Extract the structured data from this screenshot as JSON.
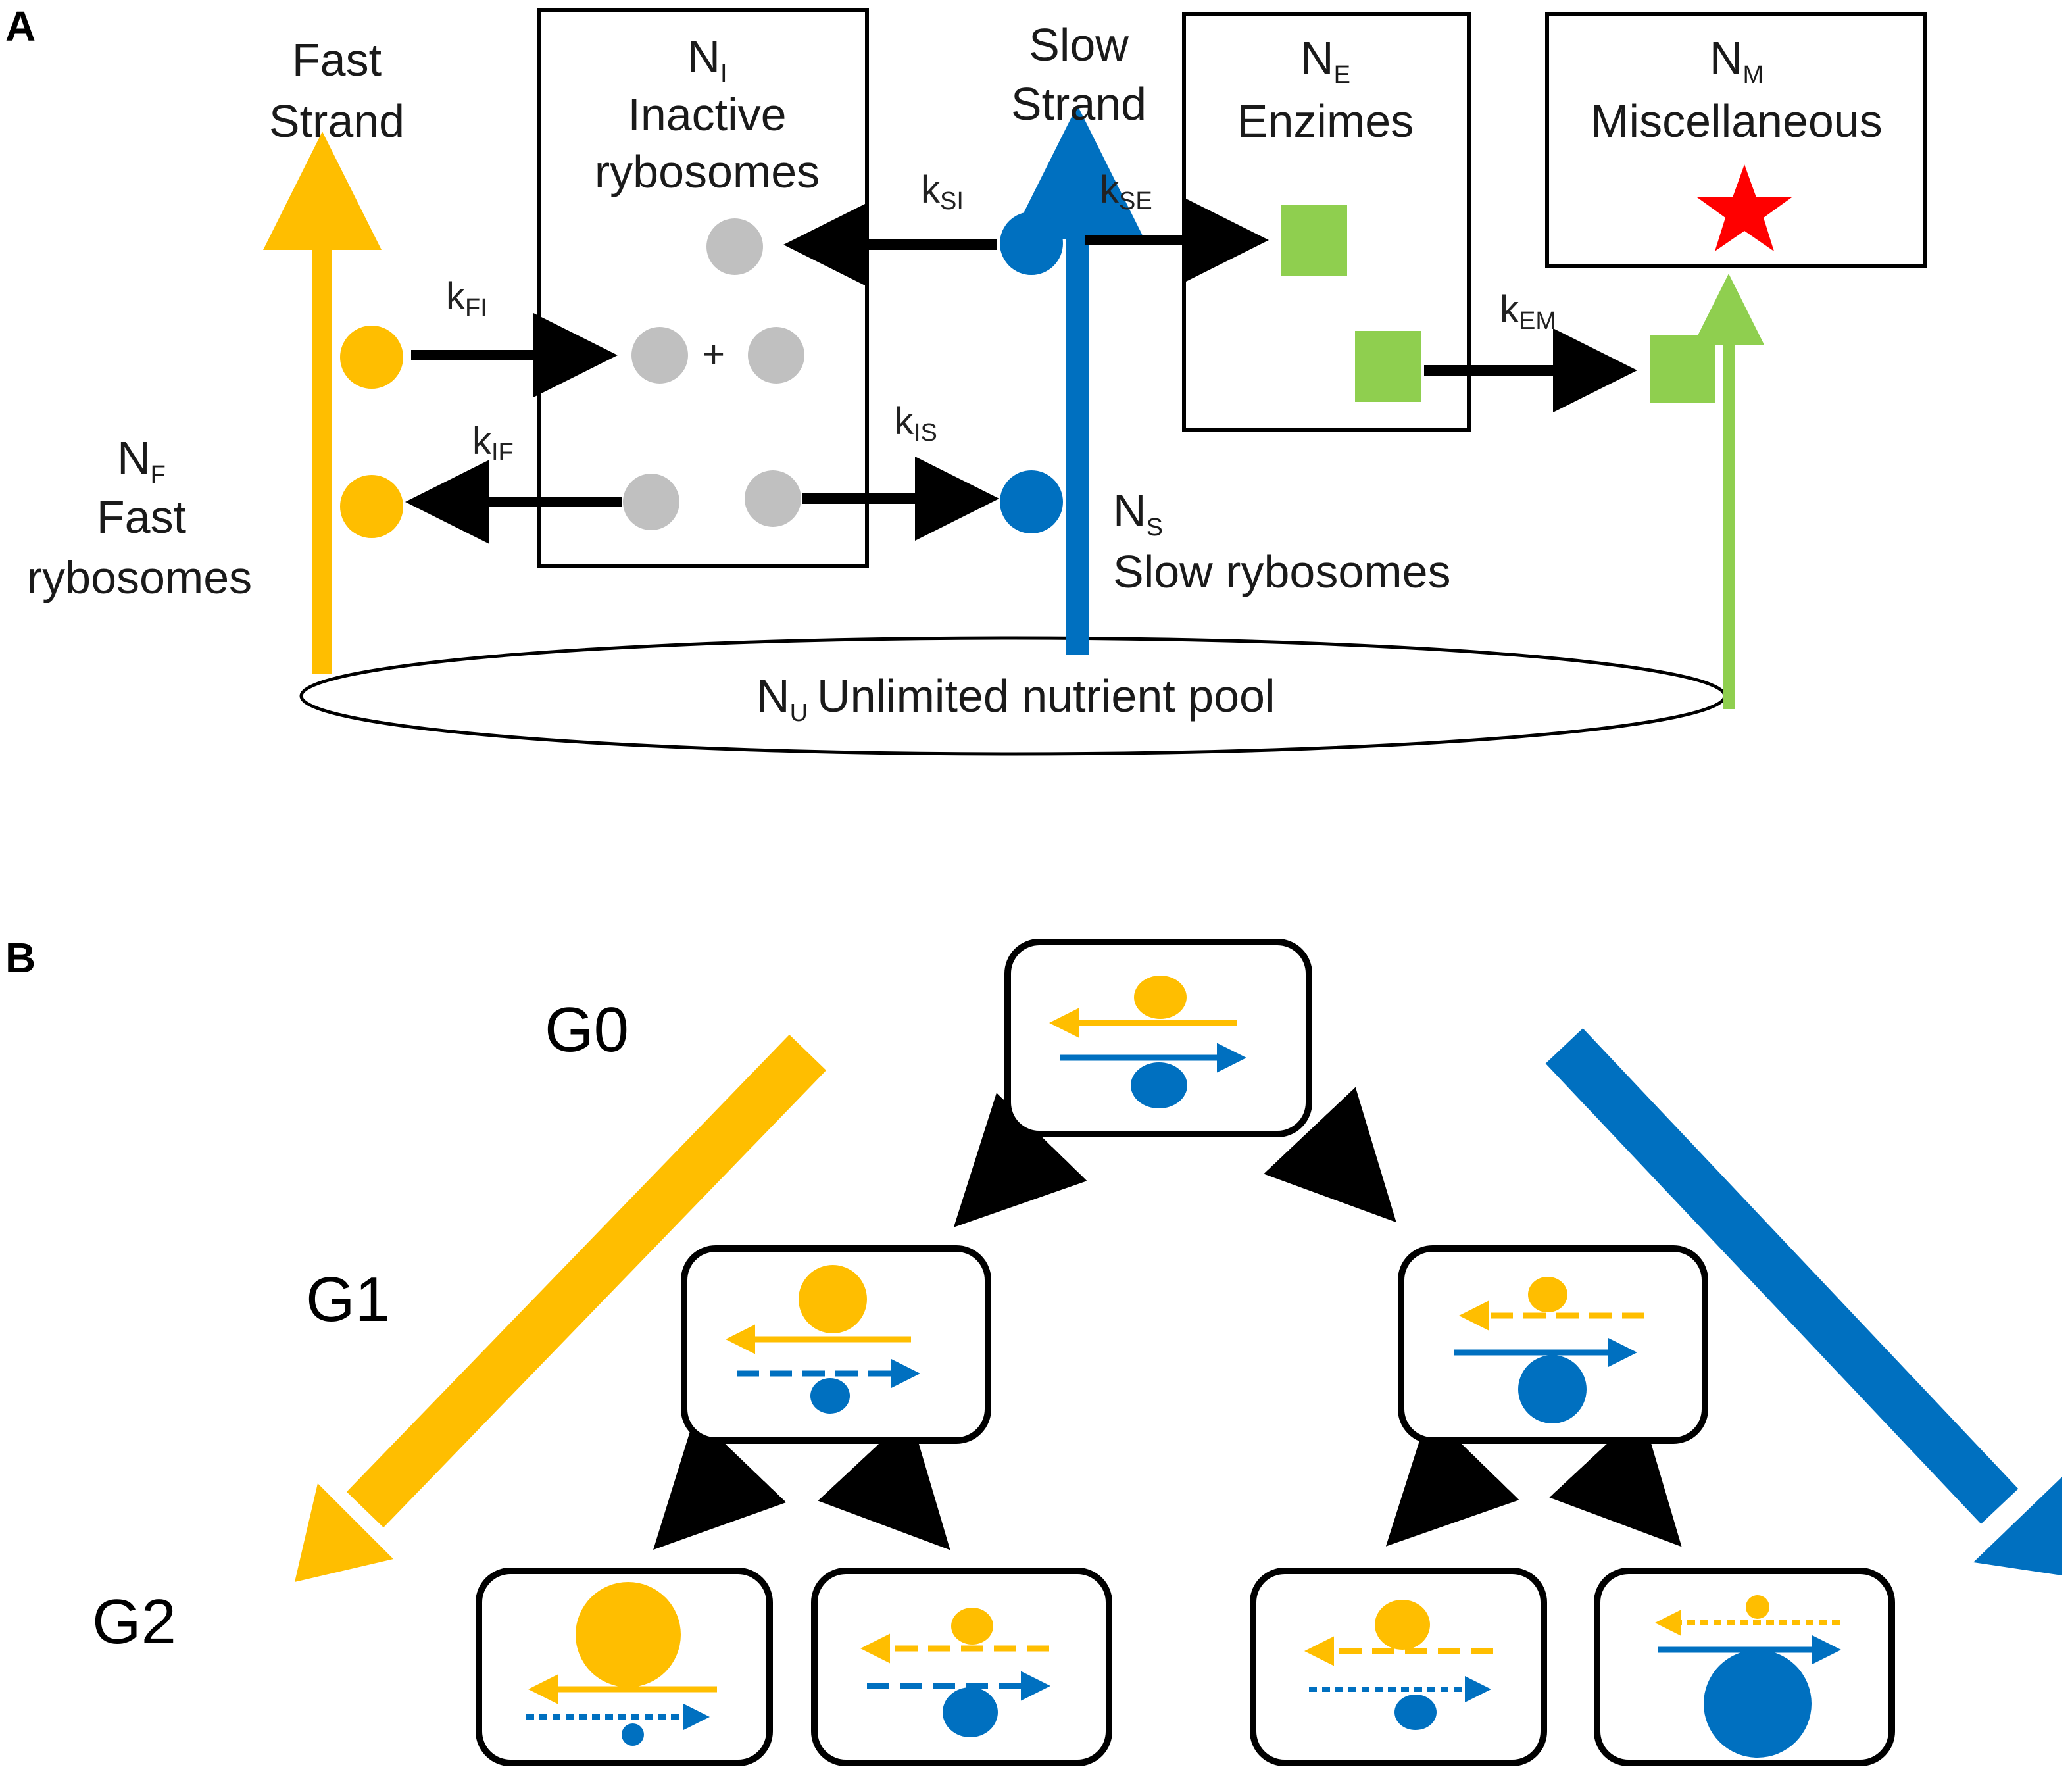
{
  "colors": {
    "fast": "#FFBE00",
    "slow": "#0070C0",
    "enzyme": "#8FCF4F",
    "inactive": "#C0C0C0",
    "star": "#FF0000",
    "arrow": "#000000"
  },
  "panelA": {
    "letter": "A",
    "fast_strand": [
      "Fast",
      "Strand"
    ],
    "slow_strand": [
      "Slow",
      "Strand"
    ],
    "inactive": {
      "symbol": "N",
      "sub": "I",
      "lines": [
        "Inactive",
        "rybosomes"
      ]
    },
    "enzymes": {
      "symbol": "N",
      "sub": "E",
      "line": "Enzimes"
    },
    "misc": {
      "symbol": "N",
      "sub": "M",
      "line": "Miscellaneous"
    },
    "fast_ribosomes": {
      "symbol": "N",
      "sub": "F",
      "lines": [
        "Fast",
        "rybosomes"
      ]
    },
    "slow_ribosomes": {
      "symbol": "N",
      "sub": "S",
      "line": "Slow rybosomes"
    },
    "pool": {
      "symbol": "N",
      "sub": "U",
      "line": "Unlimited nutrient pool"
    },
    "plus": "+",
    "rates": {
      "FI": {
        "k": "k",
        "sub": "FI"
      },
      "IF": {
        "k": "k",
        "sub": "IF"
      },
      "SI": {
        "k": "k",
        "sub": "SI"
      },
      "IS": {
        "k": "k",
        "sub": "IS"
      },
      "SE": {
        "k": "k",
        "sub": "SE"
      },
      "EM": {
        "k": "k",
        "sub": "EM"
      }
    }
  },
  "panelB": {
    "letter": "B",
    "generations": [
      "G0",
      "G1",
      "G2"
    ]
  }
}
